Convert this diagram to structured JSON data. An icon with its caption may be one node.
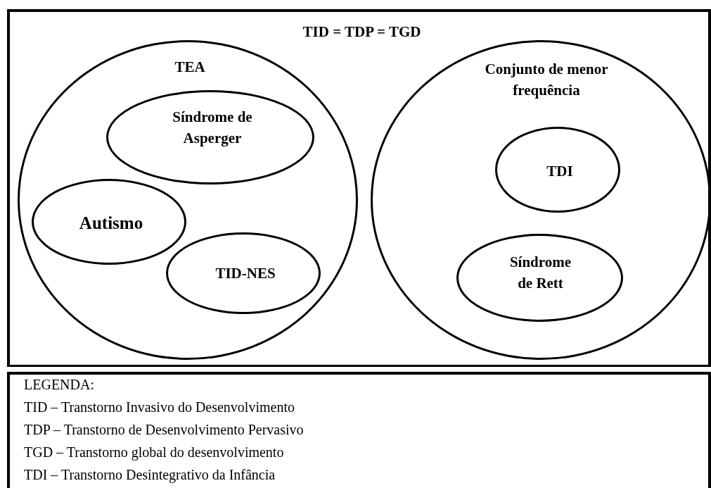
{
  "diagram": {
    "nodes": [
      {
        "text": [
          "TID = TDP = TGD"
        ]
      },
      {
        "text": [
          "TEA"
        ],
        "in": 0
      },
      {
        "text": [
          "Síndrome de Asperger"
        ],
        "in": 1
      },
      {
        "text": [
          "Autismo"
        ],
        "in": 1
      },
      {
        "text": [
          "TID-NES"
        ],
        "in": 1
      },
      {
        "text": [
          "Conjunto de menor frequência"
        ],
        "in": 0
      },
      {
        "text": [
          "TDI"
        ],
        "in": 5
      },
      {
        "text": [
          "Síndrome de Rett"
        ],
        "in": 5
      },
      {
        "text": [
          "LEGENDA:",
          "TID – Transtorno Invasivo do Desenvolvimento",
          "TDP – Transtorno de Desenvolvimento Pervasivo",
          "TGD – Transtorno global do desenvolvimento",
          "TDI – Transtorno Desintegrativo da Infância"
        ]
      }
    ]
  }
}
